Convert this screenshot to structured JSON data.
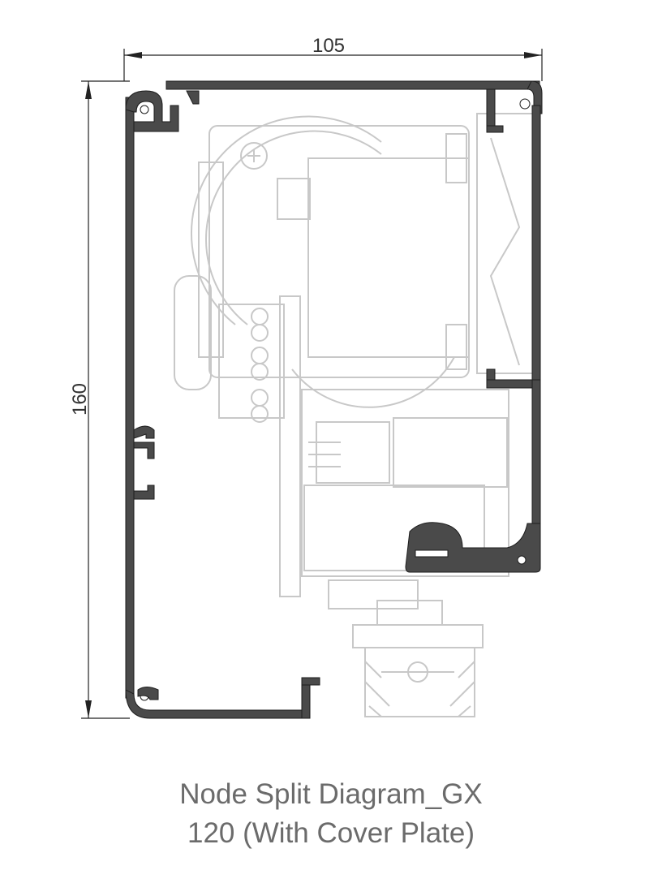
{
  "dimensions": {
    "width": "105",
    "height": "160"
  },
  "caption": {
    "line1": "Node Split Diagram_GX",
    "line2": "120 (With Cover Plate)"
  },
  "colors": {
    "profile": "#4a4a4a",
    "ghost": "#c8c8c8",
    "caption": "#6b6b6b"
  }
}
